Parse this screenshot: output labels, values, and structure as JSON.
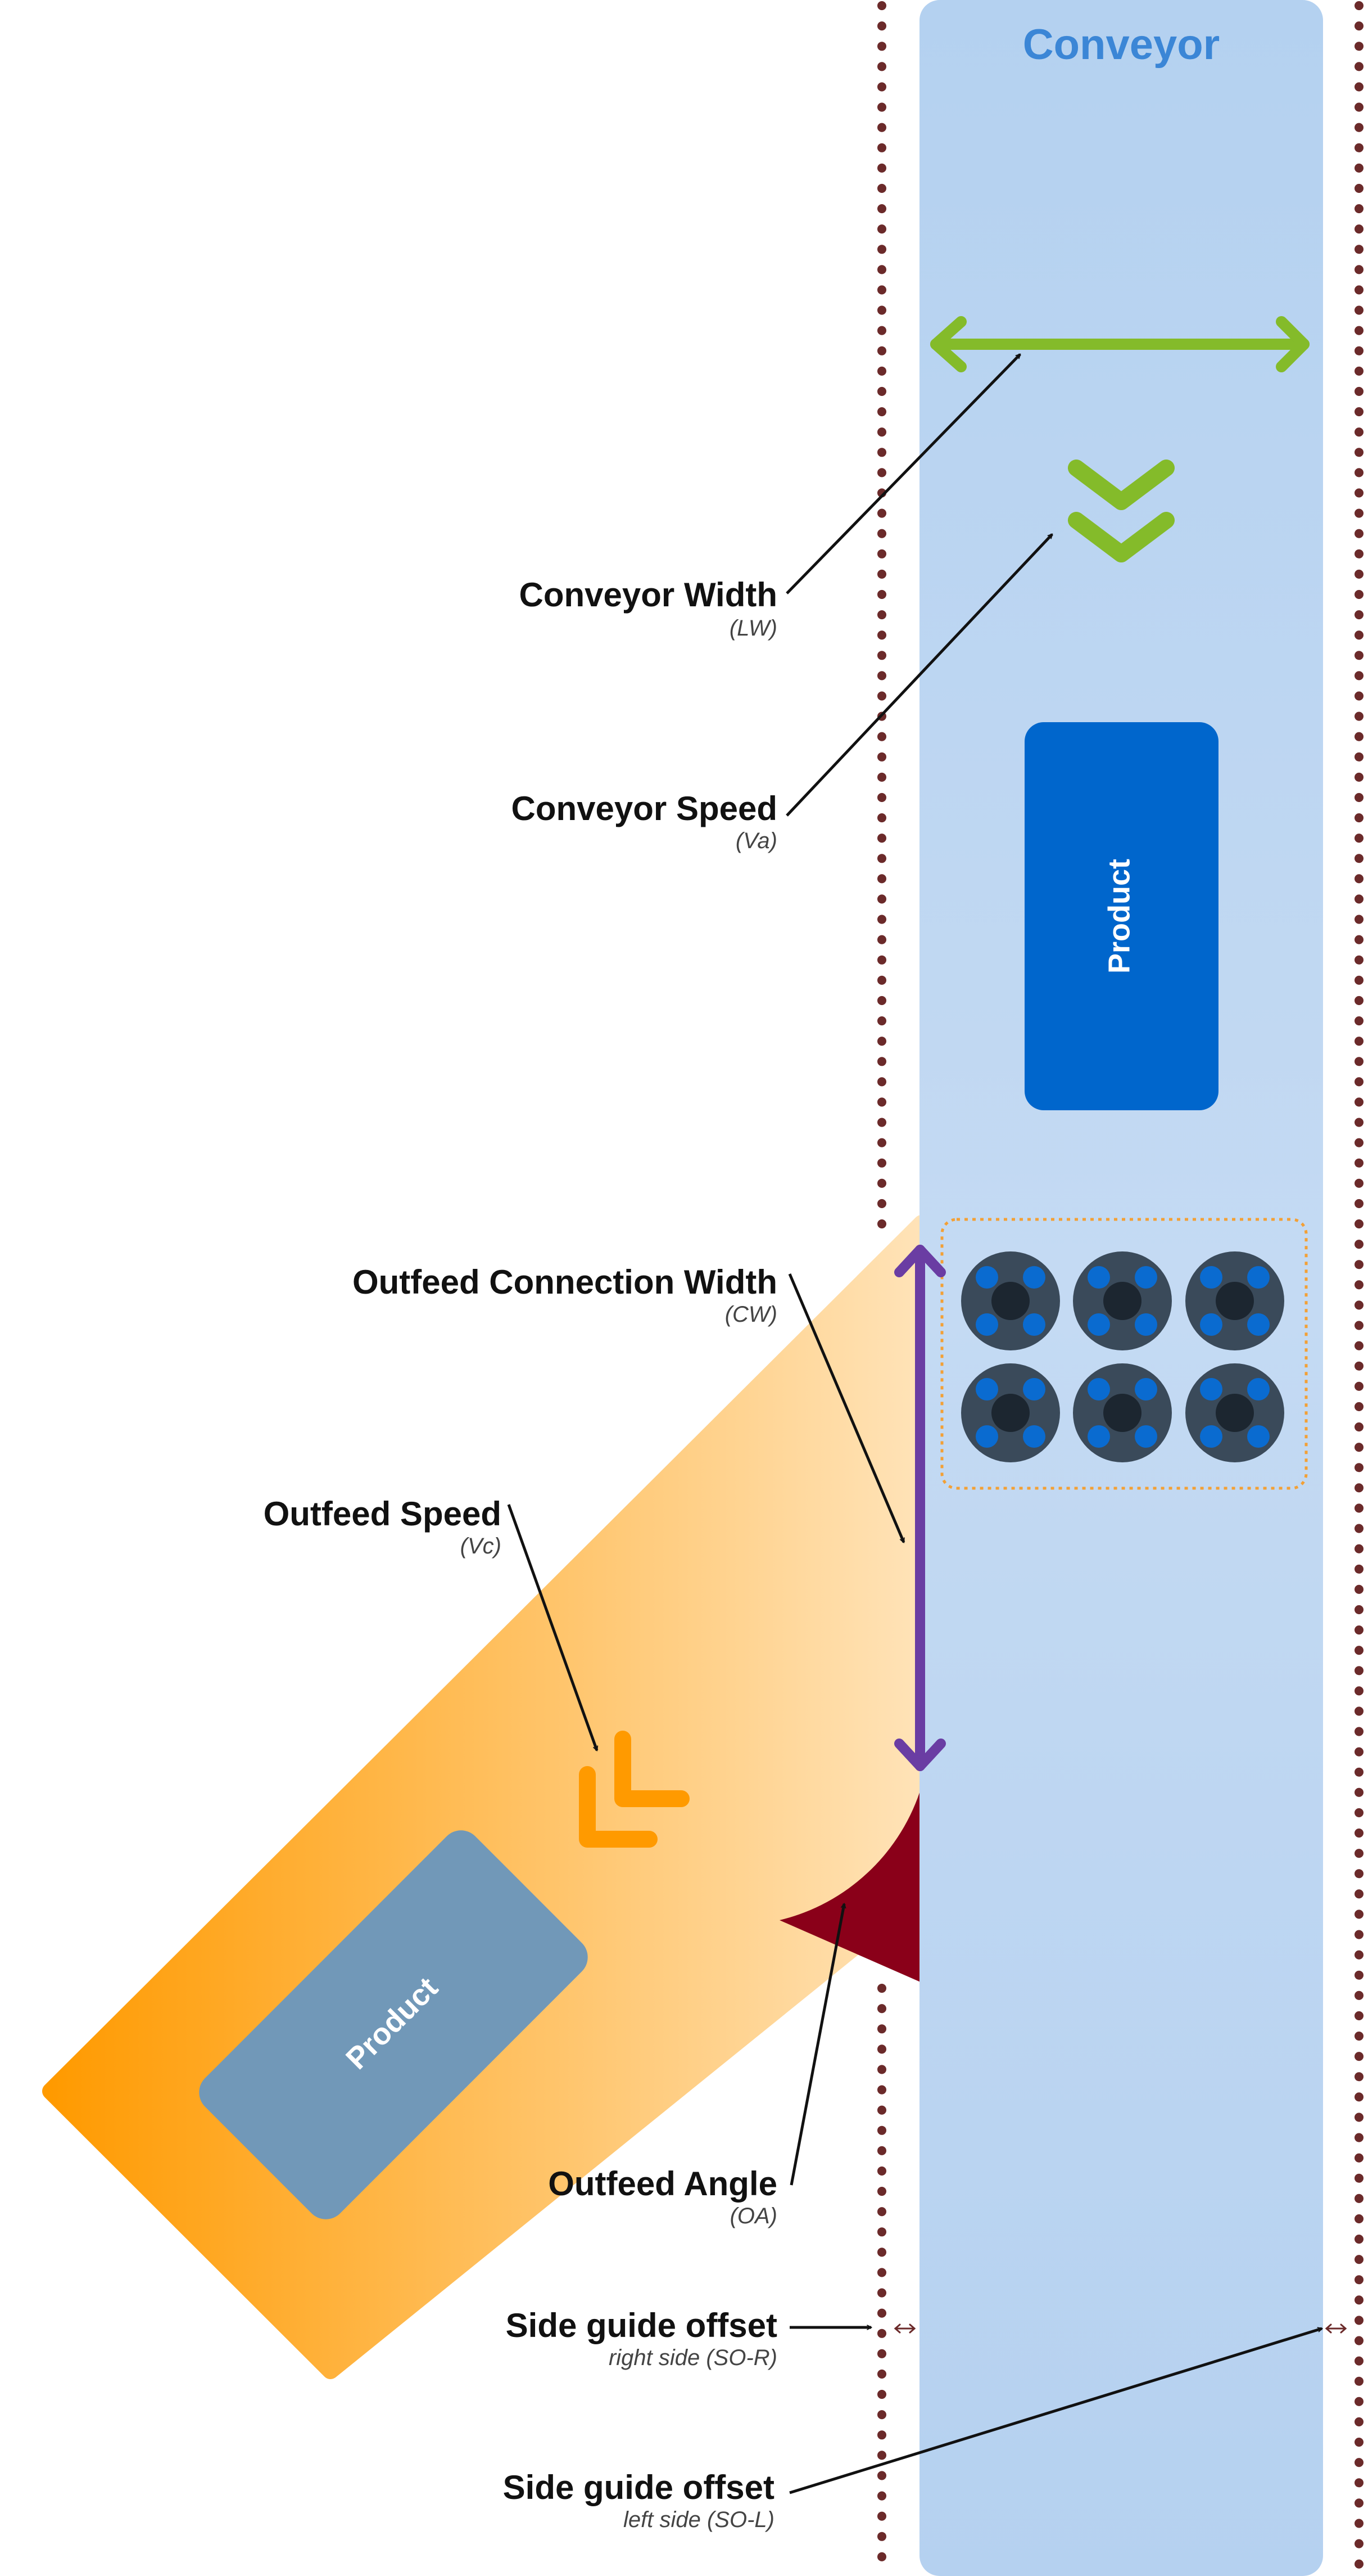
{
  "conveyor": {
    "title": "Conveyor",
    "product_label": "Product"
  },
  "outfeed": {
    "product_label": "Product"
  },
  "labels": {
    "conveyor_width": {
      "title": "Conveyor Width",
      "sub": "(LW)"
    },
    "conveyor_speed": {
      "title": "Conveyor Speed",
      "sub": "(Va)"
    },
    "outfeed_connection_width": {
      "title": "Outfeed Connection Width",
      "sub": "(CW)"
    },
    "outfeed_speed": {
      "title": "Outfeed Speed",
      "sub": "(Vc)"
    },
    "outfeed_angle": {
      "title": "Outfeed Angle",
      "sub": "(OA)"
    },
    "side_guide_right": {
      "title": "Side guide offset",
      "sub": "right side (SO-R)"
    },
    "side_guide_left": {
      "title": "Side guide offset",
      "sub": "left side (SO-L)"
    }
  },
  "colors": {
    "conveyor_fill": "#b8d3f1",
    "conveyor_title": "#3b86d6",
    "product_fill": "#0066cc",
    "outfeed_product_fill": "#7198b8",
    "green_arrow": "#84bb2a",
    "purple_arrow": "#6a3da3",
    "angle_fill": "#8a0019",
    "side_guide_dots": "#6b2a2a",
    "orange_dark": "#ff9a00",
    "orange_light": "#ffe3b8",
    "roller_dark": "#3a4a5a"
  }
}
